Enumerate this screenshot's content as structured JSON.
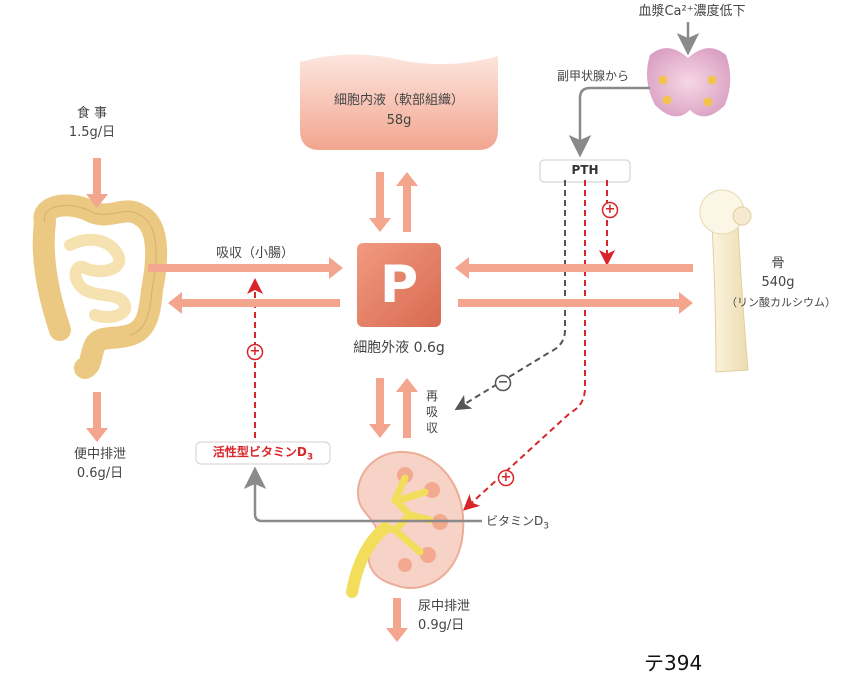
{
  "trigger": "血漿Ca²⁺濃度低下",
  "parathyroid_label": "副甲状腺から",
  "pth": "PTH",
  "intracellular": {
    "name": "細胞内液（軟部組織）",
    "amount": "58g"
  },
  "p_symbol": "P",
  "extracellular": "細胞外液 0.6g",
  "diet": {
    "name": "食 事",
    "amount": "1.5g/日"
  },
  "absorption": "吸収（小腸）",
  "fecal": {
    "name": "便中排泄",
    "amount": "0.6g/日"
  },
  "bone": {
    "name": "骨",
    "amount": "540g",
    "note": "（リン酸カルシウム）"
  },
  "reabsorption": [
    "再",
    "吸",
    "収"
  ],
  "active_vitd": {
    "main": "活性型ビタミン",
    "sub": "D",
    "subscript": "3"
  },
  "vitd": {
    "main": "ビタミン",
    "sub": "D",
    "subscript": "3"
  },
  "urine": {
    "name": "尿中排泄",
    "amount": "0.9g/日"
  },
  "signs": {
    "plus": "+",
    "minus": "−"
  },
  "page_ref": "テ394",
  "colors": {
    "arrow": "#f4a58e",
    "red_dash": "#d9262b",
    "gray_dash": "#555555",
    "gray_line": "#8a8a8a",
    "p_box": "#e77f66"
  }
}
